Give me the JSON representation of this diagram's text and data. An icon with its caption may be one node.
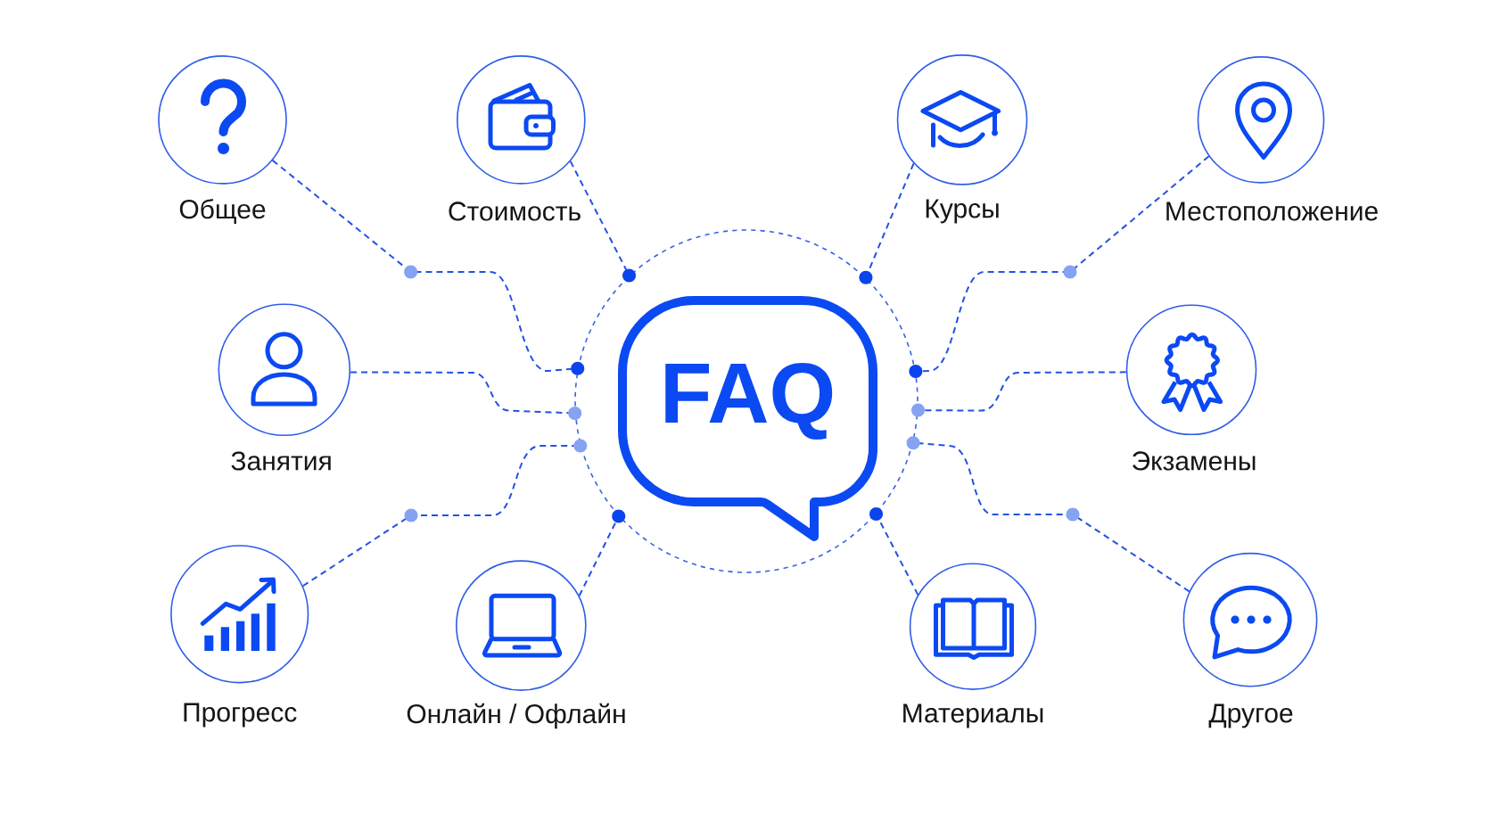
{
  "diagram": {
    "nodes": [
      {
        "text": [
          "Общее"
        ]
      },
      {
        "text": [
          "Стоимость"
        ]
      },
      {
        "text": [
          "Курсы"
        ]
      },
      {
        "text": [
          "Местоположение"
        ]
      },
      {
        "text": [
          "Занятия"
        ]
      },
      {
        "text": [],
        "shape": "circle"
      },
      {
        "text": [
          "FAQ"
        ],
        "in": 5
      },
      {
        "text": [
          "Экзамены"
        ]
      },
      {
        "text": [
          "Прогресс"
        ]
      },
      {
        "text": [
          "Онлайн / Офлайн"
        ]
      },
      {
        "text": [
          "Материалы"
        ]
      },
      {
        "text": [
          "Другое"
        ]
      }
    ],
    "edges": [
      {
        "from": 0,
        "to": 5,
        "arrow": "other",
        "style": "dashed"
      },
      {
        "from": 1,
        "to": 5,
        "arrow": "other",
        "style": "dashed"
      },
      {
        "from": 2,
        "to": 5,
        "arrow": "other",
        "style": "dashed"
      },
      {
        "from": 3,
        "to": 5,
        "arrow": "other",
        "style": "dashed"
      },
      {
        "from": 4,
        "to": 5,
        "arrow": "other",
        "style": "dashed"
      },
      {
        "from": 7,
        "to": 5,
        "arrow": "other",
        "style": "dashed"
      },
      {
        "from": 8,
        "to": 5,
        "arrow": "other",
        "style": "dashed"
      },
      {
        "from": 9,
        "to": 5,
        "arrow": "other",
        "style": "dashed"
      },
      {
        "from": 10,
        "to": 5,
        "arrow": "other",
        "style": "dashed"
      },
      {
        "from": 11,
        "to": 5,
        "arrow": "other",
        "style": "dashed"
      }
    ]
  }
}
